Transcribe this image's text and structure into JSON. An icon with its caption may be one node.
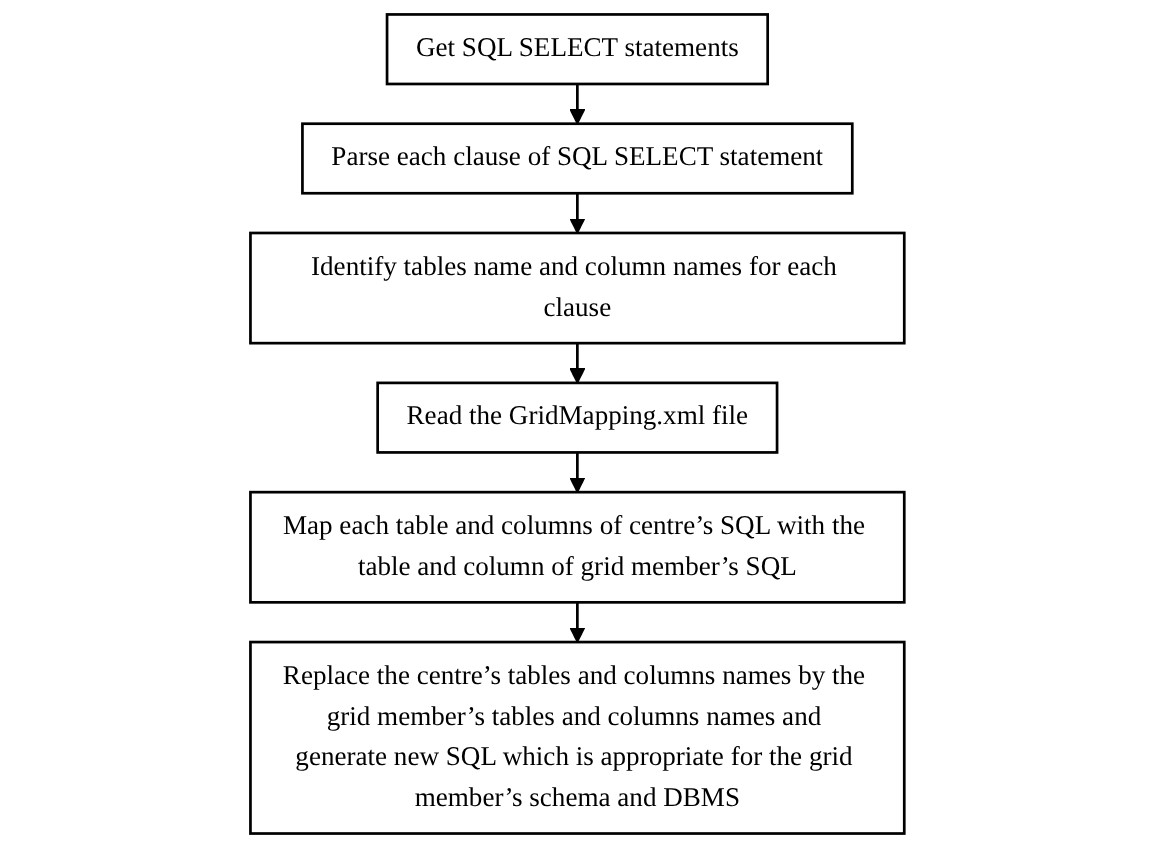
{
  "diagram": {
    "nodes": [
      {
        "text": [
          "Get SQL SELECT statements"
        ]
      },
      {
        "text": [
          "Parse each clause of SQL SELECT statement"
        ]
      },
      {
        "text": [
          "Identify tables name and column names for each clause"
        ]
      },
      {
        "text": [
          "Read the GridMapping.xml file"
        ]
      },
      {
        "text": [
          "Map each table and columns of centre’s SQL with the table and column of grid member’s SQL"
        ]
      },
      {
        "text": [
          "Replace the centre’s tables and columns names by the grid member’s tables and columns names and generate new SQL which is appropriate for the grid member’s schema and DBMS"
        ]
      }
    ],
    "edges": [
      {
        "from": 0,
        "to": 1,
        "arrow": "to"
      },
      {
        "from": 1,
        "to": 2,
        "arrow": "to"
      },
      {
        "from": 2,
        "to": 3,
        "arrow": "to"
      },
      {
        "from": 3,
        "to": 4,
        "arrow": "to"
      },
      {
        "from": 4,
        "to": 5,
        "arrow": "to"
      }
    ]
  }
}
